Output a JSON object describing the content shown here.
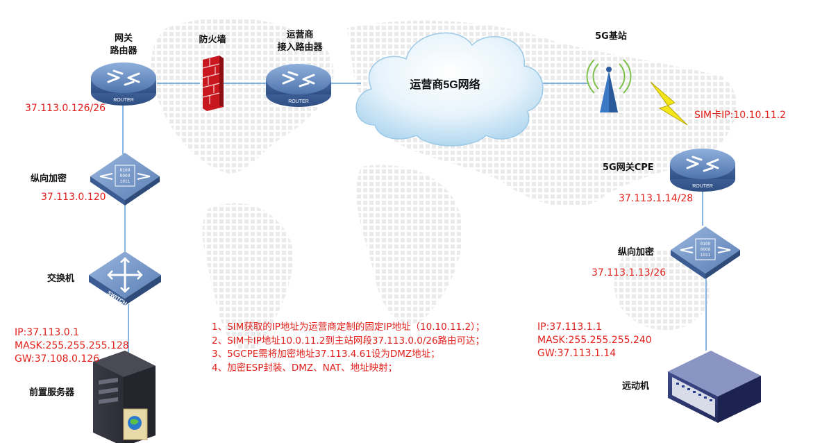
{
  "nodes": {
    "gateway_router": {
      "label_line1": "网关",
      "label_line2": "路由器",
      "badge": "ROUTER"
    },
    "firewall": {
      "label": "防火墙"
    },
    "isp_router": {
      "label_line1": "运营商",
      "label_line2": "接入路由器",
      "badge": "ROUTER"
    },
    "cloud": {
      "label": "运营商5G网络"
    },
    "base_station": {
      "label": "5G基站"
    },
    "cpe": {
      "label": "5G网关CPE",
      "badge": "ROUTER"
    },
    "encryptor_left": {
      "label": "纵向加密",
      "bits": [
        "0100",
        "0000",
        "1011"
      ]
    },
    "encryptor_right": {
      "label": "纵向加密",
      "bits": [
        "0100",
        "0000",
        "1011"
      ]
    },
    "switch": {
      "label": "交换机",
      "badge": "SWITCH"
    },
    "front_server": {
      "label": "前置服务器"
    },
    "rtu": {
      "label": "远动机"
    }
  },
  "addresses": {
    "gateway_router_ip": "37.113.0.126/26",
    "encryptor_left_ip": "37.113.0.120",
    "server_ip": "IP:37.113.0.1",
    "server_mask": "MASK:255.255.255.128",
    "server_gw": "GW:37.108.0.126",
    "sim_ip": "SIM卡IP:10.10.11.2",
    "cpe_ip": "37.113.1.14/28",
    "encryptor_right_ip": "37.113.1.13/26",
    "rtu_ip": "IP:37.113.1.1",
    "rtu_mask": "MASK:255.255.255.240",
    "rtu_gw": "GW:37.113.1.14"
  },
  "notes": [
    "1、SIM获取的IP地址为运营商定制的固定IP地址（10.10.11.2）；",
    "2、SIM卡IP地址10.0.11.2到主站网段37.113.0.0/26路由可达；",
    "3、5GCPE需将加密地址37.113.4.61设为DMZ地址；",
    "4、加密ESP封装、DMZ、NAT、地址映射；"
  ],
  "colors": {
    "link": "#5b9bd5",
    "ip_text": "#e0201b",
    "device_blue": "#5a7fb5",
    "firewall_red": "#c8171e",
    "lightning": "#f5e61a"
  }
}
